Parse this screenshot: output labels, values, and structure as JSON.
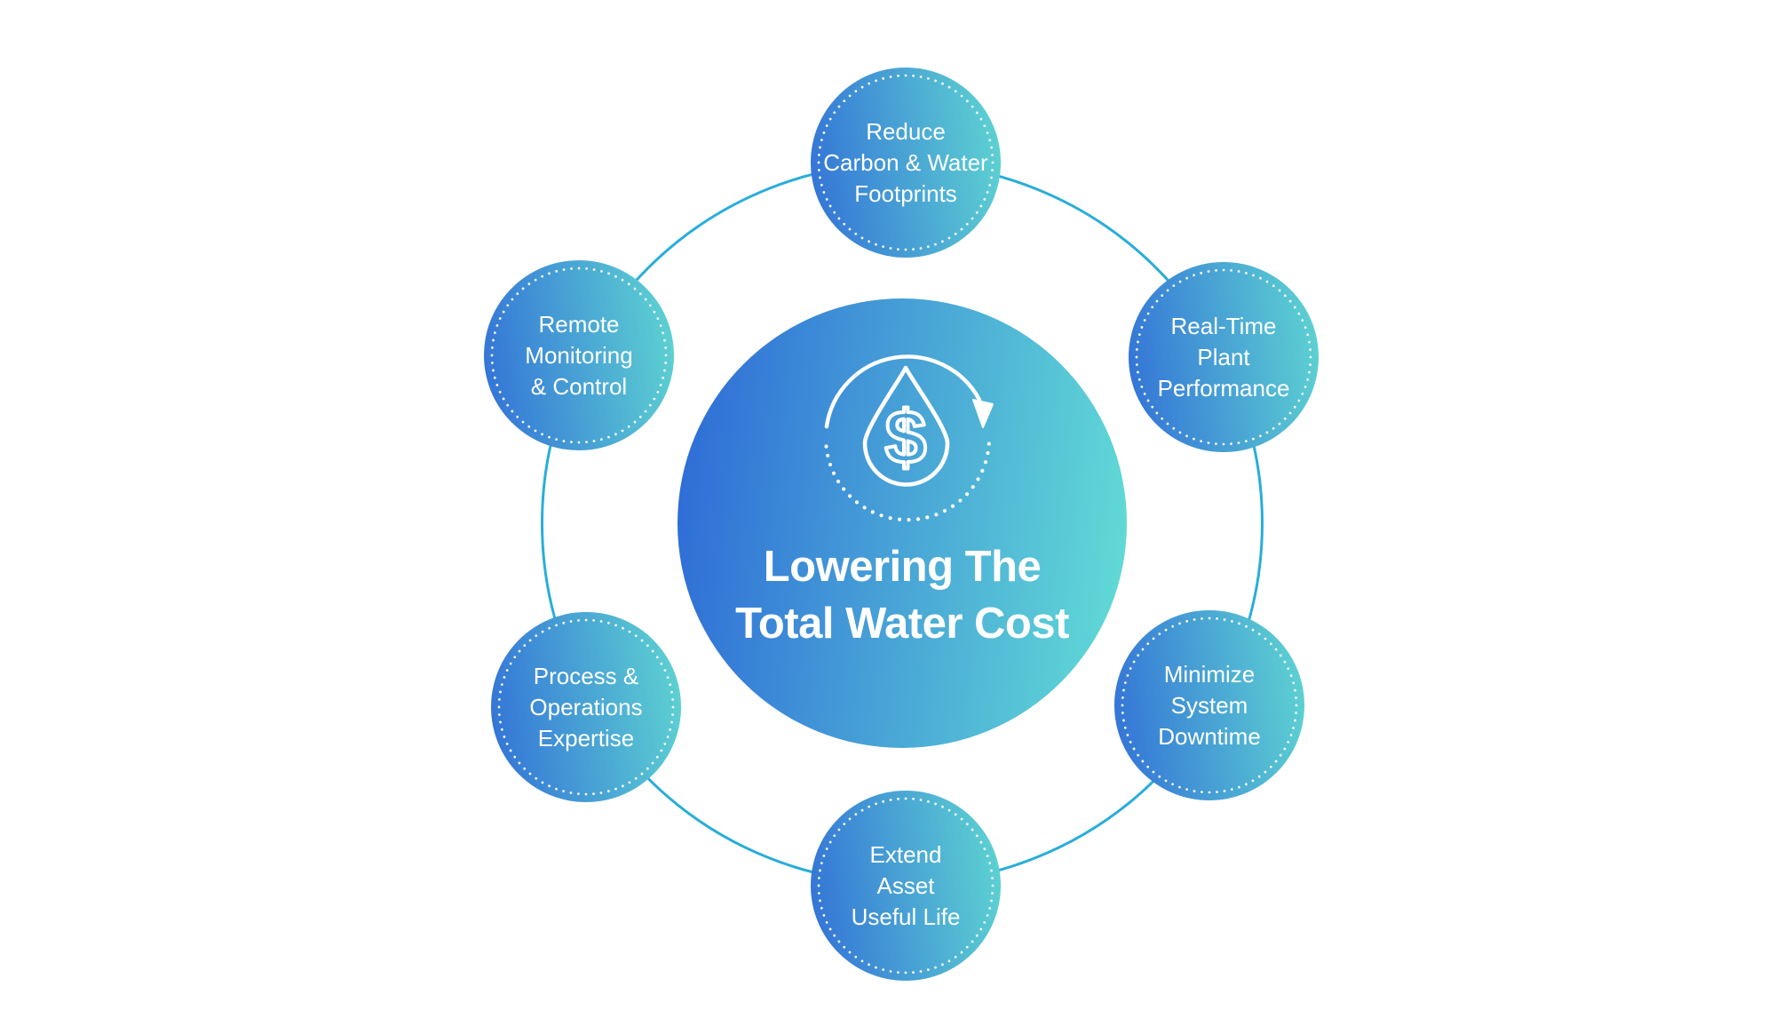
{
  "diagram": {
    "center": {
      "title_lines": [
        "Lowering The",
        "Total Water Cost"
      ],
      "icon": {
        "name": "dollar-water-drop-cycle-icon",
        "symbol": "$"
      }
    },
    "satellites": [
      {
        "id": "reduce-footprints",
        "position": "top",
        "lines": [
          "Reduce",
          "Carbon & Water",
          "Footprints"
        ]
      },
      {
        "id": "real-time-performance",
        "position": "top-right",
        "lines": [
          "Real-Time",
          "Plant",
          "Performance"
        ]
      },
      {
        "id": "minimize-downtime",
        "position": "bottom-right",
        "lines": [
          "Minimize",
          "System",
          "Downtime"
        ]
      },
      {
        "id": "extend-asset-life",
        "position": "bottom",
        "lines": [
          "Extend",
          "Asset",
          "Useful Life"
        ]
      },
      {
        "id": "process-expertise",
        "position": "bottom-left",
        "lines": [
          "Process &",
          "Operations",
          "Expertise"
        ]
      },
      {
        "id": "remote-monitoring",
        "position": "top-left",
        "lines": [
          "Remote",
          "Monitoring",
          "& Control"
        ]
      }
    ],
    "colors": {
      "gradient_blue": "#2E6BD7",
      "gradient_teal": "#62DDD6",
      "satellite_blue": "#3372D7",
      "satellite_teal": "#5FD6D1",
      "ring": "#29ADD9",
      "text": "#FFFFFF",
      "background": "#FFFFFF"
    }
  }
}
